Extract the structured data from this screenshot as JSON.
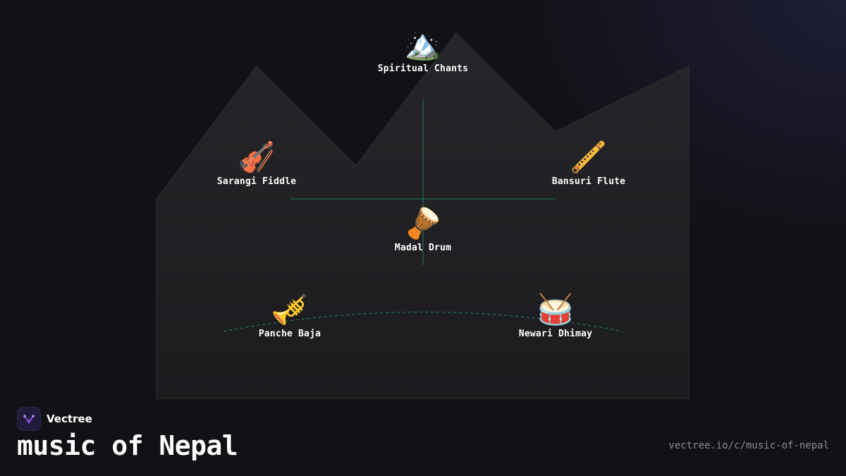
{
  "brand": {
    "name": "Vectree",
    "logo_icon": "vectree-logo-icon",
    "accent": "#a05cf0"
  },
  "page": {
    "title": "music of Nepal",
    "url": "vectree.io/c/music-of-nepal"
  },
  "colors": {
    "background": "#111116",
    "mountain_fill": "#1e1e21",
    "connector": "#1f7a5a",
    "label": "#ffffff",
    "url_text": "#8a8a90"
  },
  "diagram": {
    "center": {
      "id": "madal",
      "label": "Madal Drum",
      "icon": "drum-icon",
      "glyph": "🪘"
    },
    "nodes": [
      {
        "id": "chants",
        "label": "Spiritual Chants",
        "icon": "mountain-icon",
        "glyph": "🏔️"
      },
      {
        "id": "sarangi",
        "label": "Sarangi Fiddle",
        "icon": "violin-icon",
        "glyph": "🎻"
      },
      {
        "id": "bansuri",
        "label": "Bansuri Flute",
        "icon": "flute-icon",
        "glyph": "🪈"
      },
      {
        "id": "panche",
        "label": "Panche Baja",
        "icon": "trumpet-icon",
        "glyph": "🎺"
      },
      {
        "id": "dhimay",
        "label": "Newari Dhimay",
        "icon": "drum-with-sticks-icon",
        "glyph": "🥁"
      }
    ]
  }
}
